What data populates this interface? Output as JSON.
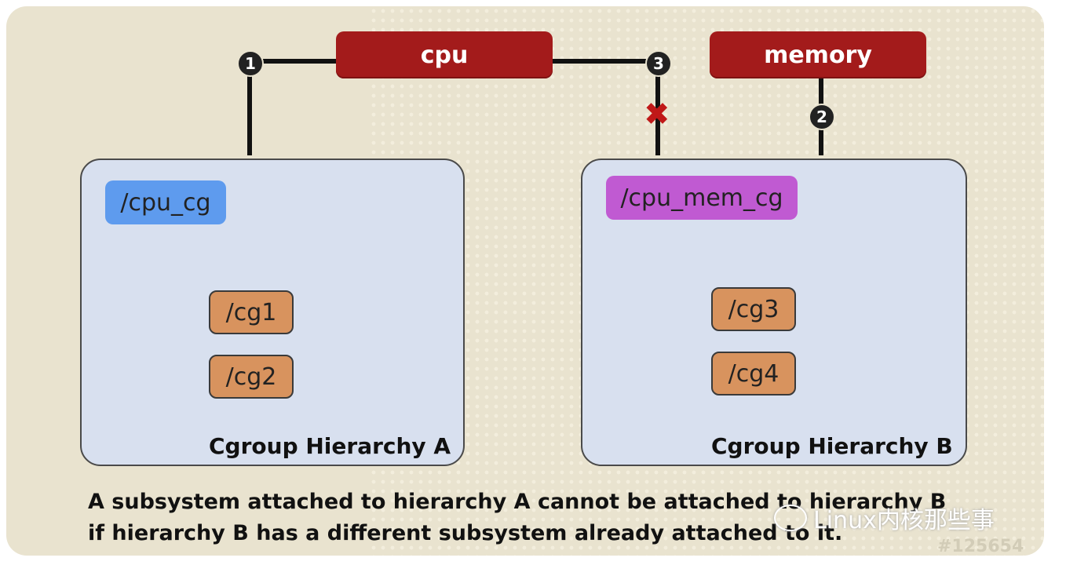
{
  "subsystems": {
    "cpu": "cpu",
    "memory": "memory"
  },
  "markers": {
    "one": "1",
    "two": "2",
    "three": "3",
    "cross": "✖"
  },
  "hierarchy_a": {
    "root": "/cpu_cg",
    "children": [
      "/cg1",
      "/cg2"
    ],
    "label": "Cgroup Hierarchy A"
  },
  "hierarchy_b": {
    "root": "/cpu_mem_cg",
    "children": [
      "/cg3",
      "/cg4"
    ],
    "label": "Cgroup Hierarchy B"
  },
  "caption": {
    "line1": "A subsystem attached to hierarchy A cannot be attached to hierarchy B",
    "line2": "if hierarchy B has a different subsystem already attached to it."
  },
  "watermark": "Linux内核那些事",
  "image_id": "#125654",
  "colors": {
    "subsystem_pill": "#a31b1b",
    "hierarchy_box": "#d8e0ef",
    "root_a": "#5e9bee",
    "root_b": "#c05ad2",
    "child_cgroup": "#d8935e",
    "background": "#e9e3cf",
    "cross": "#c01818"
  }
}
